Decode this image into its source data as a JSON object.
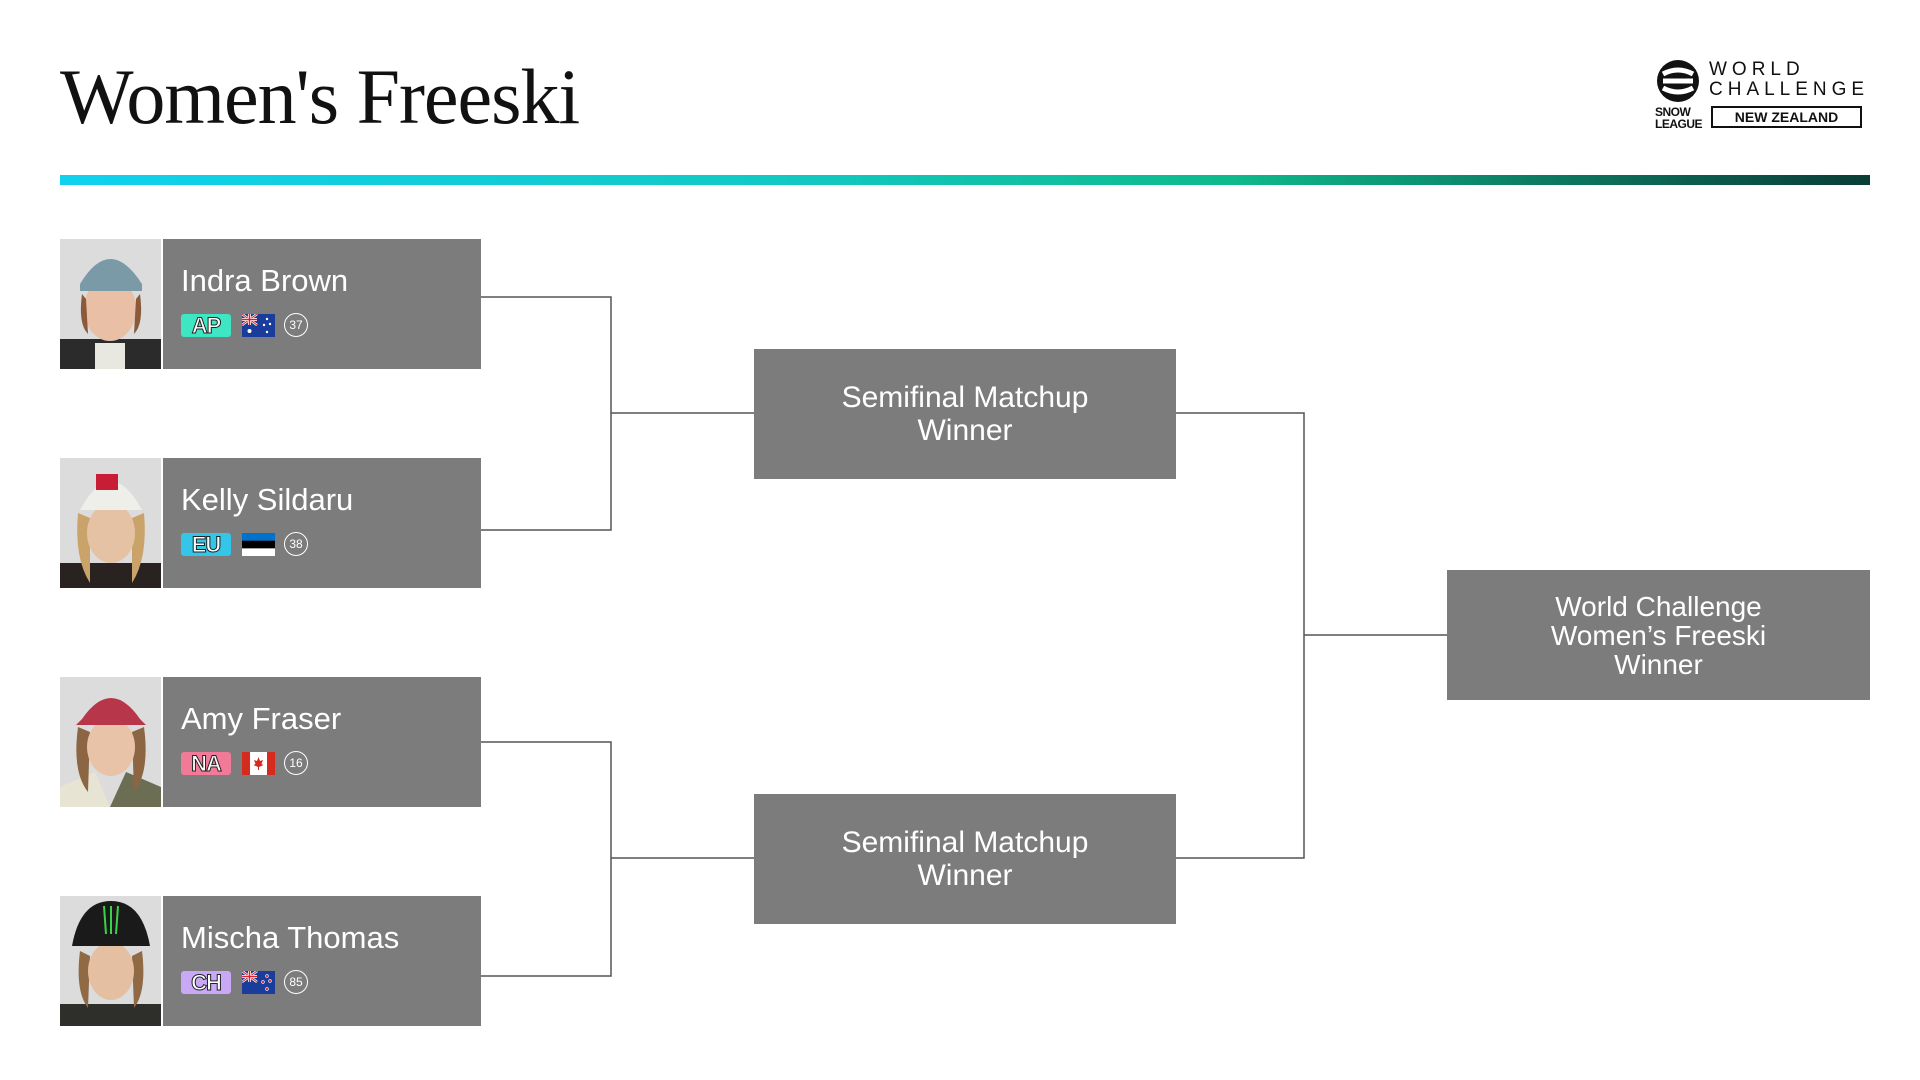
{
  "page": {
    "title": "Women's Freeski"
  },
  "logo": {
    "top_line1": "WORLD",
    "top_line2": "CHALLENGE",
    "snow": "SNOW",
    "league": "LEAGUE",
    "country": "NEW ZEALAND"
  },
  "colors": {
    "card": "#7c7c7c",
    "AP": "#3ee6c4",
    "EU": "#34c6e8",
    "NA": "#f07a97",
    "CH": "#c9a8f5"
  },
  "athletes": [
    {
      "name": "Indra Brown",
      "region": "AP",
      "flag": "australia-flag",
      "rank": "37"
    },
    {
      "name": "Kelly Sildaru",
      "region": "EU",
      "flag": "estonia-flag",
      "rank": "38"
    },
    {
      "name": "Amy Fraser",
      "region": "NA",
      "flag": "canada-flag",
      "rank": "16"
    },
    {
      "name": "Mischa Thomas",
      "region": "CH",
      "flag": "new-zealand-flag",
      "rank": "85"
    }
  ],
  "semifinals": [
    {
      "line1": "Semifinal Matchup",
      "line2": "Winner"
    },
    {
      "line1": "Semifinal Matchup",
      "line2": "Winner"
    }
  ],
  "final": {
    "line1": "World Challenge",
    "line2": "Women’s Freeski",
    "line3": "Winner"
  }
}
